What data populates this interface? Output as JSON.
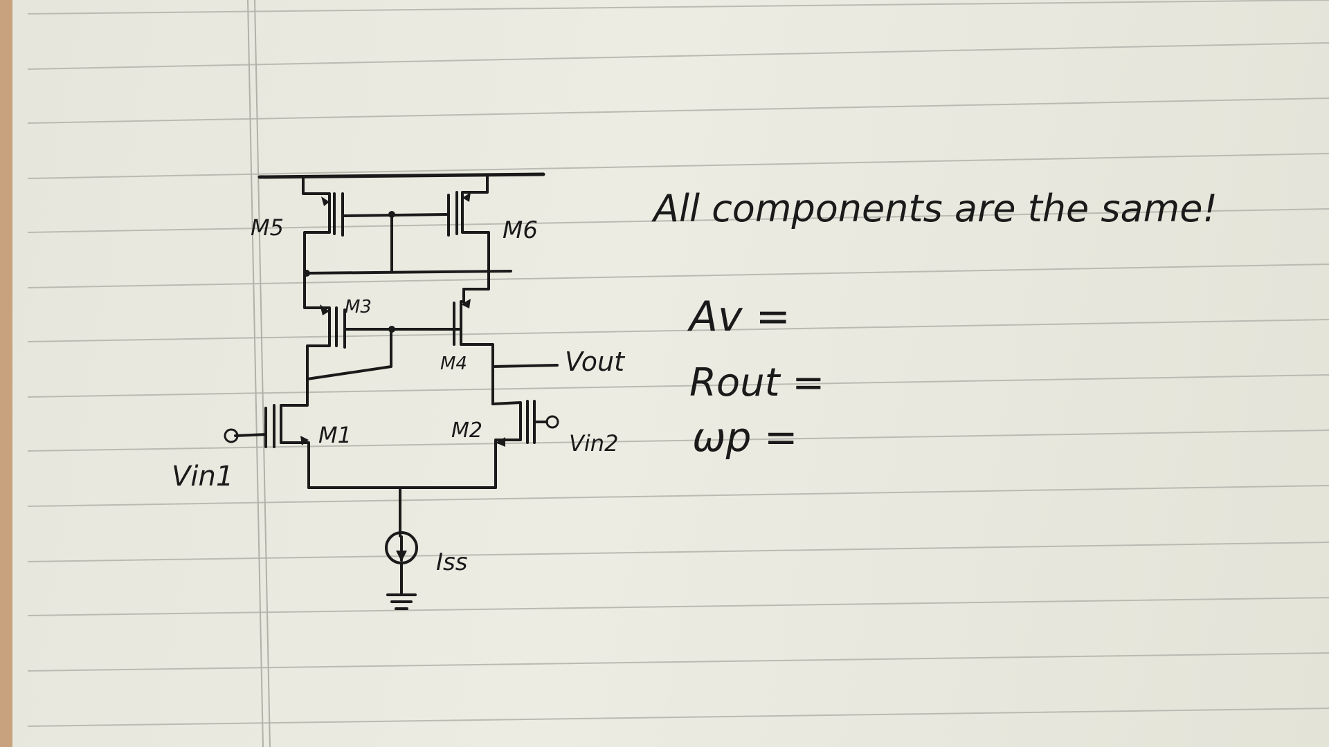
{
  "circuit": {
    "labels": {
      "m5": "M5",
      "m6": "M6",
      "m3": "M3",
      "m4": "M4",
      "m1": "M1",
      "m2": "M2",
      "vout": "Vout",
      "vin1": "Vin1",
      "vin2": "Vin2",
      "iss": "Iss"
    }
  },
  "notes": {
    "heading": "All components are the same!",
    "av": "Av =",
    "rout": "Rout =",
    "wp": "ωp ="
  },
  "colors": {
    "ink": "#1a1a1a",
    "paper": "#e9e9e0",
    "rule": "#b9bab2",
    "desk": "#c8a27e"
  }
}
